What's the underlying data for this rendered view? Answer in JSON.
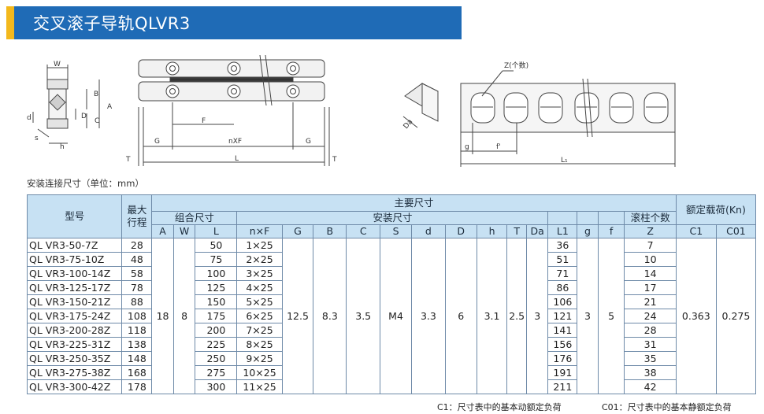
{
  "header": {
    "title": "交叉滚子导轨QLVR3"
  },
  "caption": "安装连接尺寸（单位：mm）",
  "diagram_labels": {
    "w": "W",
    "b": "B",
    "a": "A",
    "d": "d",
    "dd": "D",
    "c": "C",
    "s": "s",
    "h": "h",
    "f": "F",
    "g": "G",
    "nxf": "nXF",
    "t": "T",
    "l": "L",
    "z": "Z(个数)",
    "da": "Da",
    "g_small": "g",
    "f_small": "f'",
    "l1": "L₁"
  },
  "table": {
    "main_dims": "主要尺寸",
    "model_header": "型号",
    "stroke_header": [
      "最大",
      "行程"
    ],
    "combo_dims": "组合尺寸",
    "install_dims": "安装尺寸",
    "rated_load": "额定载荷(Kn)",
    "roller_count": "滚柱个数",
    "cols": [
      "A",
      "W",
      "L",
      "n×F",
      "G",
      "B",
      "C",
      "S",
      "d",
      "D",
      "h",
      "T",
      "Da",
      "L1",
      "g",
      "f",
      "Z",
      "C1",
      "C01"
    ],
    "rows": [
      {
        "model": "QL VR3-50-7Z",
        "stroke": "28",
        "l": "50",
        "nf": "1×25",
        "l1": "36",
        "z": "7"
      },
      {
        "model": "QL VR3-75-10Z",
        "stroke": "48",
        "l": "75",
        "nf": "2×25",
        "l1": "51",
        "z": "10"
      },
      {
        "model": "QL VR3-100-14Z",
        "stroke": "58",
        "l": "100",
        "nf": "3×25",
        "l1": "71",
        "z": "14"
      },
      {
        "model": "QL VR3-125-17Z",
        "stroke": "78",
        "l": "125",
        "nf": "4×25",
        "l1": "86",
        "z": "17"
      },
      {
        "model": "QL VR3-150-21Z",
        "stroke": "88",
        "l": "150",
        "nf": "5×25",
        "l1": "106",
        "z": "21"
      },
      {
        "model": "QL VR3-175-24Z",
        "stroke": "108",
        "l": "175",
        "nf": "6×25",
        "l1": "121",
        "z": "24"
      },
      {
        "model": "QL VR3-200-28Z",
        "stroke": "118",
        "l": "200",
        "nf": "7×25",
        "l1": "141",
        "z": "28"
      },
      {
        "model": "QL VR3-225-31Z",
        "stroke": "138",
        "l": "225",
        "nf": "8×25",
        "l1": "156",
        "z": "31"
      },
      {
        "model": "QL VR3-250-35Z",
        "stroke": "148",
        "l": "250",
        "nf": "9×25",
        "l1": "176",
        "z": "35"
      },
      {
        "model": "QL VR3-275-38Z",
        "stroke": "168",
        "l": "275",
        "nf": "10×25",
        "l1": "191",
        "z": "38"
      },
      {
        "model": "QL VR3-300-42Z",
        "stroke": "178",
        "l": "300",
        "nf": "11×25",
        "l1": "211",
        "z": "42"
      }
    ],
    "common": {
      "a": "18",
      "w": "8",
      "g": "12.5",
      "b": "8.3",
      "c": "3.5",
      "s": "M4",
      "d": "3.3",
      "dd": "6",
      "h": "3.1",
      "t": "2.5",
      "da": "3",
      "g_small": "3",
      "f_small": "5",
      "c1": "0.363",
      "c01": "0.275"
    }
  },
  "footnotes": {
    "c1": "C1：尺寸表中的基本动额定负荷",
    "c01": "C01：尺寸表中的基本静额定负荷"
  }
}
